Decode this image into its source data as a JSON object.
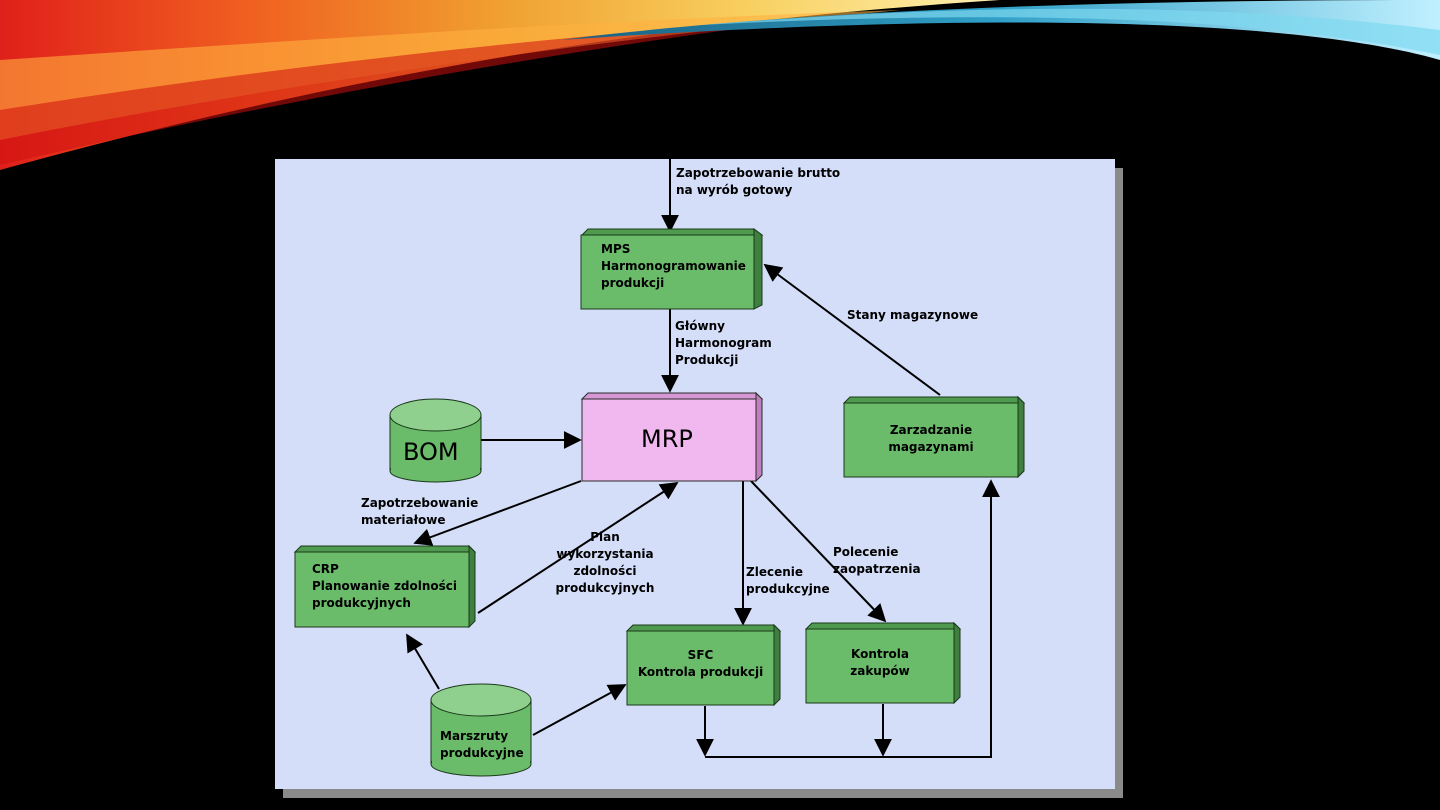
{
  "nodes": {
    "mps": "MPS\nHarmonogramowanie\nprodukcji",
    "mrp": "MRP",
    "bom": "BOM",
    "zarzadzanie": "Zarzadzanie\nmagazynami",
    "crp": "CRP\nPlanowanie zdolności\nprodukcyjnych",
    "sfc": "SFC\nKontrola produkcji",
    "kontrola_zakupow": "Kontrola\nzakupów",
    "marszruty": "Marszruty\nprodukcyjne"
  },
  "edges": {
    "zapotrzebowanie_brutto": "Zapotrzebowanie brutto\nna wyrób gotowy",
    "glowny_harmonogram": "Główny\nHarmonogram\nProdukcji",
    "stany_magazynowe": "Stany magazynowe",
    "zapotrzebowanie_materialowe": "Zapotrzebowanie\nmateriałowe",
    "plan_wykorzystania": "Plan\nwykorzystania\nzdolności\nprodukcyjnych",
    "zlecenie_produkcyjne": "Zlecenie\nprodukcyjne",
    "polecenie_zaopatrzenia": "Polecenie\nzaopatrzenia"
  },
  "colors": {
    "box_green": "#6abb6a",
    "box_pink": "#f0b8ee",
    "panel_bg": "#d4def8"
  }
}
